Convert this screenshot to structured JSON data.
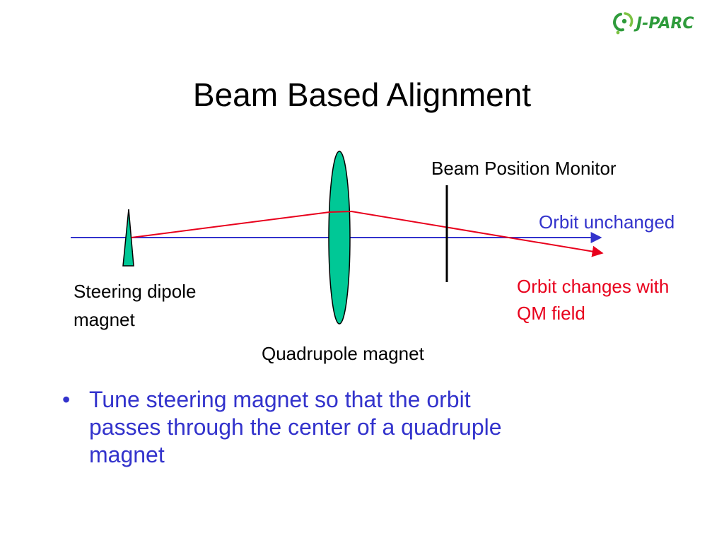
{
  "logo": {
    "text": "J-PARC",
    "color": "#2e9b3b",
    "icon": "jparc-swirl-logo"
  },
  "title": "Beam Based Alignment",
  "labels": {
    "bpm": "Beam Position Monitor",
    "orbit_unchanged": "Orbit unchanged",
    "orbit_changes_line1": "Orbit changes with",
    "orbit_changes_line2": "QM field",
    "steering_line1": "Steering dipole",
    "steering_line2": "magnet",
    "quadrupole": "Quadrupole magnet"
  },
  "bullets": [
    {
      "lines": [
        "Tune steering magnet so that the orbit",
        "passes through the center of a quadruple",
        "magnet"
      ]
    }
  ],
  "colors": {
    "orbit_unchanged": "#3333cc",
    "orbit_changed": "#e8001c",
    "magnet_fill": "#00c896",
    "text": "#000000"
  }
}
